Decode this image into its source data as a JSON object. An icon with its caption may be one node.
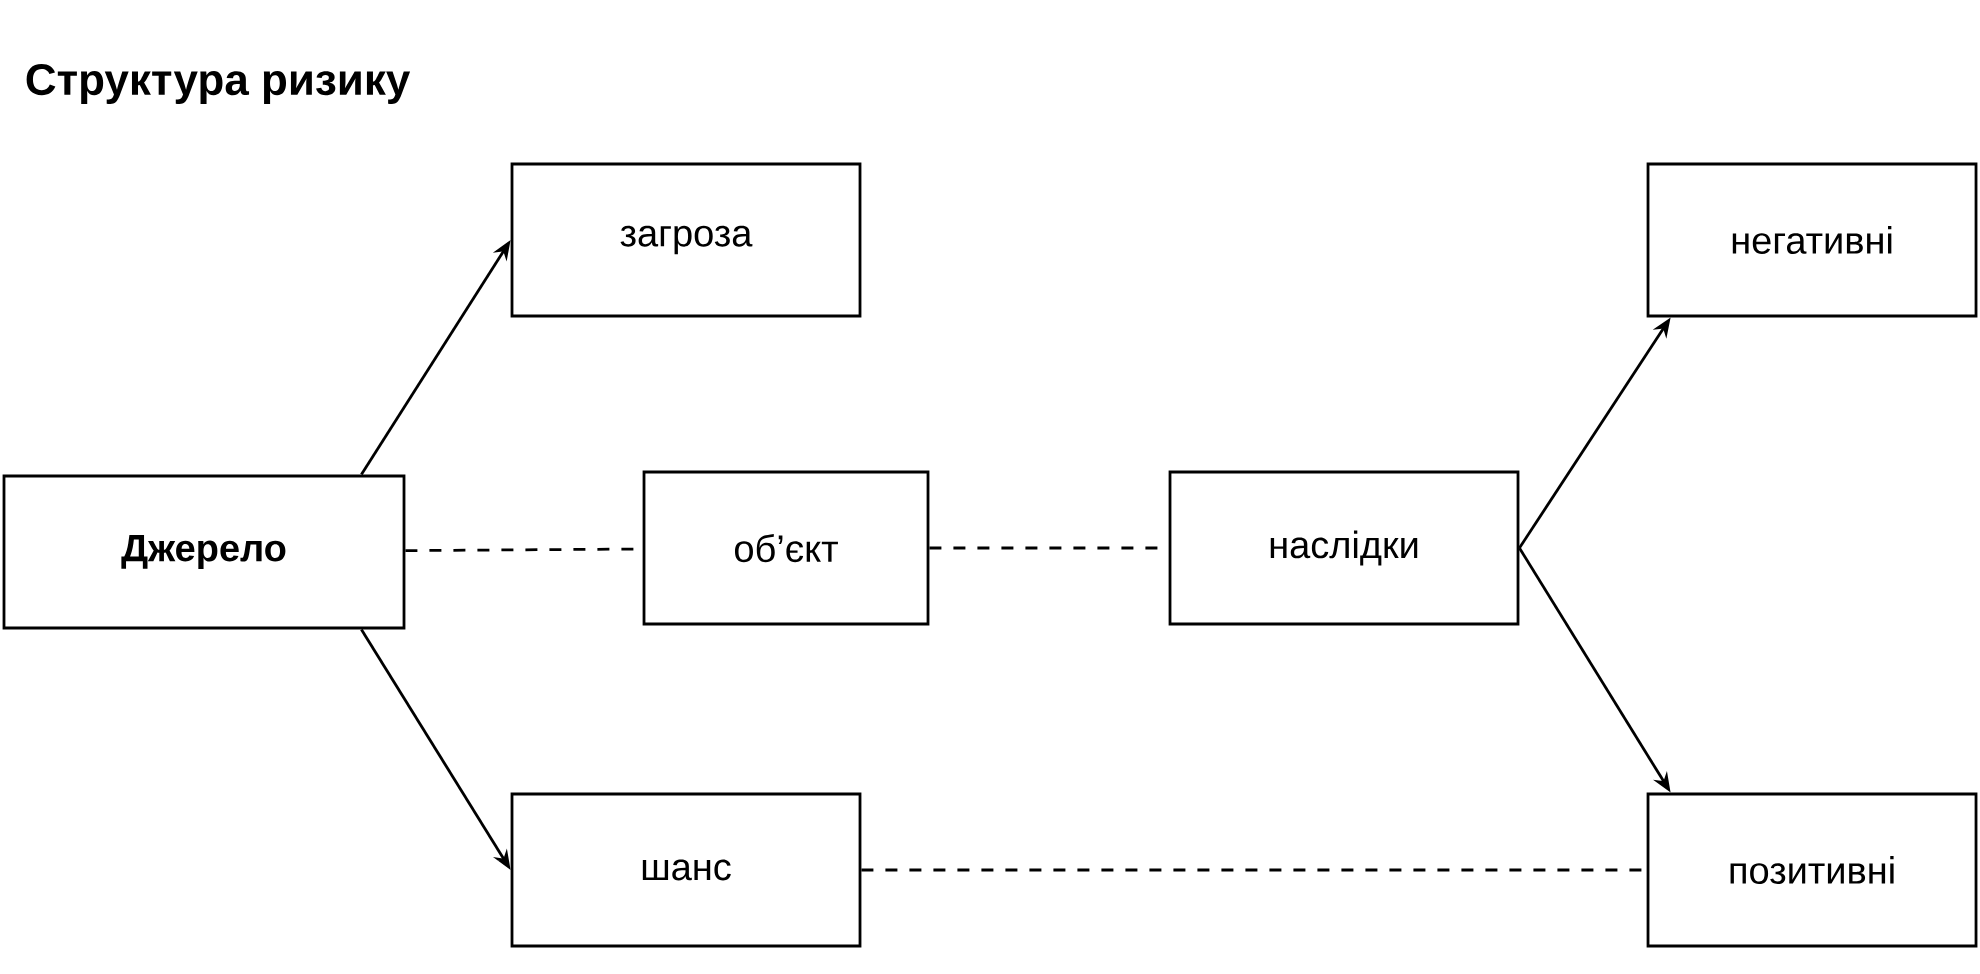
{
  "diagram": {
    "title": "Структура ризику",
    "nodes": [
      {
        "text": [
          "Джерело"
        ]
      },
      {
        "text": [
          "загроза"
        ]
      },
      {
        "text": [
          "об’єкт"
        ]
      },
      {
        "text": [
          "наслідки"
        ]
      },
      {
        "text": [
          "негативні"
        ]
      },
      {
        "text": [
          "шанс"
        ]
      },
      {
        "text": [
          "позитивні"
        ]
      }
    ],
    "edges": [
      {
        "from": 0,
        "to": 1,
        "arrow": "to"
      },
      {
        "from": 0,
        "to": 2,
        "arrow": "none",
        "style": "dashed"
      },
      {
        "from": 2,
        "to": 3,
        "arrow": "none",
        "style": "dashed"
      },
      {
        "from": 3,
        "to": 4,
        "arrow": "to"
      },
      {
        "from": 3,
        "to": 6,
        "arrow": "to"
      },
      {
        "from": 0,
        "to": 5,
        "arrow": "to"
      },
      {
        "from": 5,
        "to": 6,
        "arrow": "none",
        "style": "dashed"
      }
    ]
  }
}
